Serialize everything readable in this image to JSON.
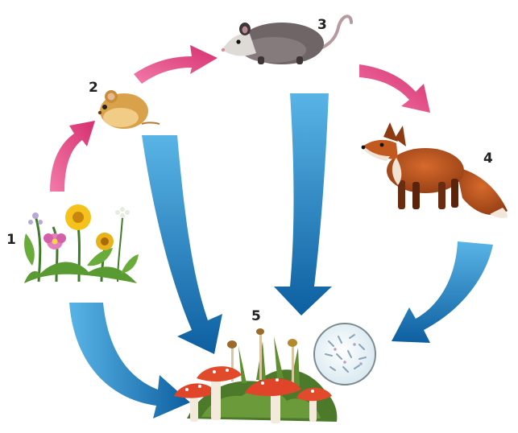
{
  "nodes": [
    {
      "id": "plants",
      "label": "1",
      "icon": "flowering-plants-icon"
    },
    {
      "id": "hamster",
      "label": "2",
      "icon": "hamster-icon"
    },
    {
      "id": "opossum",
      "label": "3",
      "icon": "opossum-icon"
    },
    {
      "id": "fox",
      "label": "4",
      "icon": "fox-icon"
    },
    {
      "id": "decomposers",
      "label": "5",
      "icon": "mushrooms-and-moss-icon"
    },
    {
      "id": "microbes",
      "label": "",
      "icon": "microorganisms-dish-icon"
    }
  ],
  "edges": [
    {
      "from": "plants",
      "to": "hamster",
      "kind": "food-chain"
    },
    {
      "from": "hamster",
      "to": "opossum",
      "kind": "food-chain"
    },
    {
      "from": "opossum",
      "to": "fox",
      "kind": "food-chain"
    },
    {
      "from": "plants",
      "to": "decomposers",
      "kind": "decomposition"
    },
    {
      "from": "hamster",
      "to": "decomposers",
      "kind": "decomposition"
    },
    {
      "from": "opossum",
      "to": "decomposers",
      "kind": "decomposition"
    },
    {
      "from": "fox",
      "to": "microbes",
      "kind": "decomposition"
    }
  ],
  "colors": {
    "food_chain_arrow": "#e0407e",
    "decomposition_arrow": "#1f8fd0",
    "decomposition_arrow_dark": "#0d5fa0",
    "fox": "#b5501c",
    "opossum": "#6f6466",
    "hamster": "#d9a24a",
    "mushroom_cap": "#e0452a",
    "moss": "#4c7a2a",
    "dish": "#e8f2f6"
  }
}
